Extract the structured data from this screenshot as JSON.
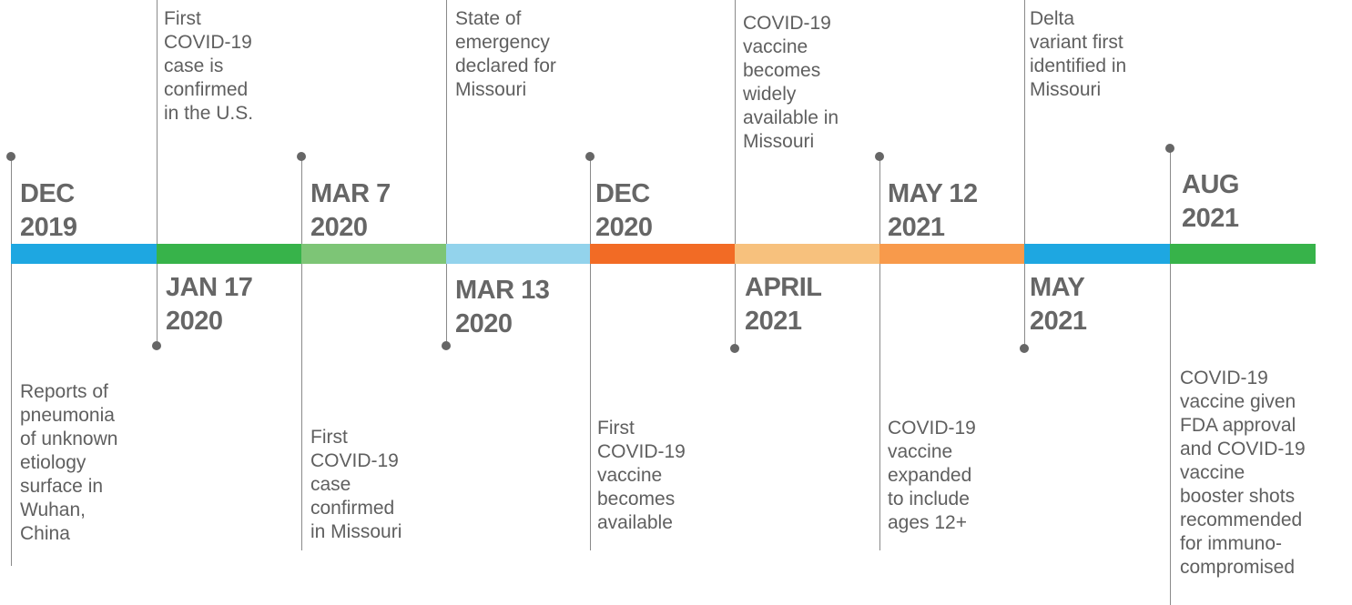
{
  "timeline": {
    "events": [
      {
        "date_lines": [
          "DEC",
          "2019"
        ],
        "desc_lines": [
          "Reports of",
          "pneumonia",
          "of unknown",
          "etiology",
          "surface in",
          "Wuhan,",
          "China"
        ],
        "color": "#1EA7E1"
      },
      {
        "date_lines": [
          "JAN 17",
          "2020"
        ],
        "desc_lines": [
          "First",
          "COVID-19",
          "case is",
          "confirmed",
          "in the U.S."
        ],
        "color": "#37B34A"
      },
      {
        "date_lines": [
          "MAR 7",
          "2020"
        ],
        "desc_lines": [
          "First",
          "COVID-19",
          "case",
          "confirmed",
          "in Missouri"
        ],
        "color": "#7DC576"
      },
      {
        "date_lines": [
          "MAR 13",
          "2020"
        ],
        "desc_lines": [
          "State of",
          "emergency",
          "declared for",
          "Missouri"
        ],
        "color": "#93D3EC"
      },
      {
        "date_lines": [
          "DEC",
          "2020"
        ],
        "desc_lines": [
          "First",
          "COVID-19",
          "vaccine",
          "becomes",
          "available"
        ],
        "color": "#F26B25"
      },
      {
        "date_lines": [
          "APRIL",
          "2021"
        ],
        "desc_lines": [
          "COVID-19",
          "vaccine",
          "becomes",
          "widely",
          "available in",
          "Missouri"
        ],
        "color": "#F7C17D"
      },
      {
        "date_lines": [
          "MAY 12",
          "2021"
        ],
        "desc_lines": [
          "COVID-19",
          "vaccine",
          "expanded",
          "to include",
          "ages 12+"
        ],
        "color": "#F89A4B"
      },
      {
        "date_lines": [
          "MAY",
          "2021"
        ],
        "desc_lines": [
          "Delta",
          "variant first",
          "identified in",
          "Missouri"
        ],
        "color": "#1EA7E1"
      },
      {
        "date_lines": [
          "AUG",
          "2021"
        ],
        "desc_lines": [
          "COVID-19",
          "vaccine given",
          "FDA approval",
          "and COVID-19",
          "vaccine",
          "booster shots",
          "recommended",
          "for immuno-",
          "compromised"
        ],
        "color": "#37B34A"
      }
    ]
  }
}
